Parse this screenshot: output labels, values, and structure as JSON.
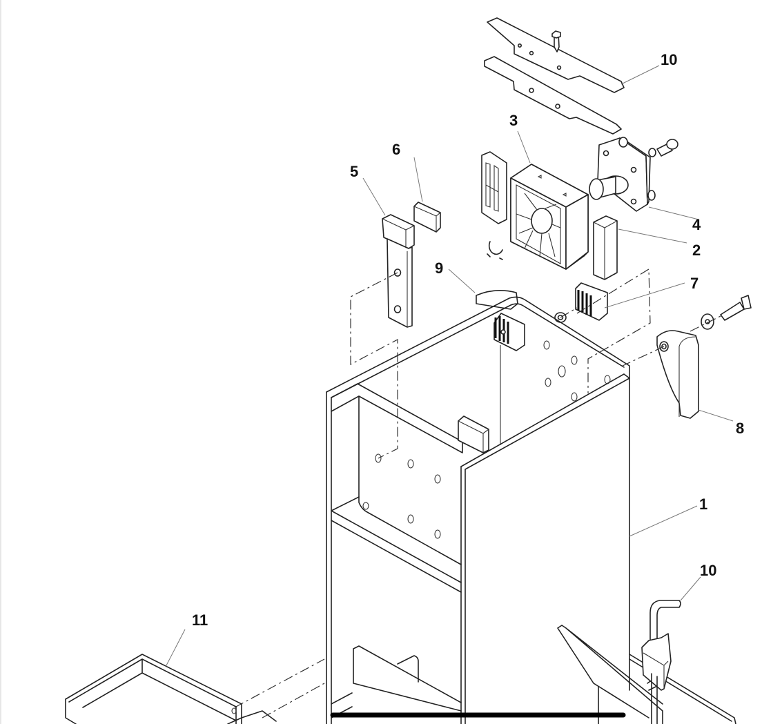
{
  "diagram": {
    "type": "exploded-parts-view",
    "callouts": [
      {
        "id": "c10a",
        "label": "10"
      },
      {
        "id": "c3",
        "label": "3"
      },
      {
        "id": "c6",
        "label": "6"
      },
      {
        "id": "c5",
        "label": "5"
      },
      {
        "id": "c4",
        "label": "4"
      },
      {
        "id": "c2",
        "label": "2"
      },
      {
        "id": "c9",
        "label": "9"
      },
      {
        "id": "c7",
        "label": "7"
      },
      {
        "id": "c8",
        "label": "8"
      },
      {
        "id": "c1",
        "label": "1"
      },
      {
        "id": "c10b",
        "label": "10"
      },
      {
        "id": "c11",
        "label": "11"
      }
    ],
    "colors": {
      "ink": "#222222",
      "background": "#ffffff",
      "leader": "#777777"
    }
  }
}
